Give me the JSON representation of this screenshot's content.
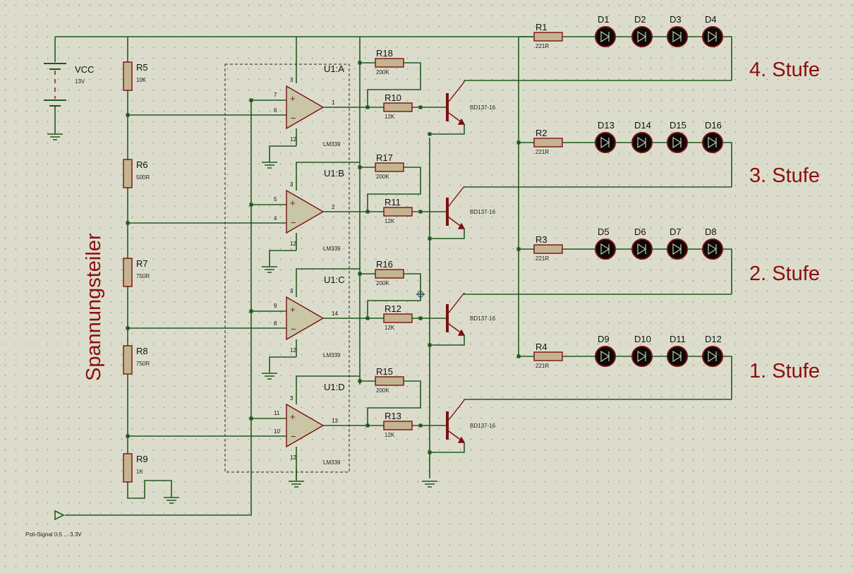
{
  "vcc": {
    "name": "VCC",
    "value": "13V"
  },
  "divider_label": "Spannungsteiler",
  "divider": [
    {
      "ref": "R5",
      "value": "10K"
    },
    {
      "ref": "R6",
      "value": "500R"
    },
    {
      "ref": "R7",
      "value": "750R"
    },
    {
      "ref": "R8",
      "value": "750R"
    },
    {
      "ref": "R9",
      "value": "1K"
    }
  ],
  "comparators": [
    {
      "unit": "U1:A",
      "part": "LM339",
      "in_plus": "7",
      "in_minus": "6",
      "out": "1",
      "vcc_pin": "3",
      "gnd_pin": "12",
      "feedback": {
        "ref": "R18",
        "value": "200K"
      },
      "base": {
        "ref": "R10",
        "value": "12K"
      },
      "transistor": "BD137-16"
    },
    {
      "unit": "U1:B",
      "part": "LM339",
      "in_plus": "5",
      "in_minus": "4",
      "out": "2",
      "vcc_pin": "3",
      "gnd_pin": "12",
      "feedback": {
        "ref": "R17",
        "value": "200K"
      },
      "base": {
        "ref": "R11",
        "value": "12K"
      },
      "transistor": "BD137-16"
    },
    {
      "unit": "U1:C",
      "part": "LM339",
      "in_plus": "9",
      "in_minus": "8",
      "out": "14",
      "vcc_pin": "3",
      "gnd_pin": "12",
      "feedback": {
        "ref": "R16",
        "value": "200K"
      },
      "base": {
        "ref": "R12",
        "value": "12K"
      },
      "transistor": "BD137-16"
    },
    {
      "unit": "U1:D",
      "part": "LM339",
      "in_plus": "11",
      "in_minus": "10",
      "out": "13",
      "vcc_pin": "3",
      "gnd_pin": "12",
      "feedback": {
        "ref": "R15",
        "value": "200K"
      },
      "base": {
        "ref": "R13",
        "value": "12K"
      },
      "transistor": "BD137-16"
    }
  ],
  "stages": [
    {
      "label": "4. Stufe",
      "resistor": {
        "ref": "R1",
        "value": "221R"
      },
      "leds": [
        "D1",
        "D2",
        "D3",
        "D4"
      ]
    },
    {
      "label": "3. Stufe",
      "resistor": {
        "ref": "R2",
        "value": "221R"
      },
      "leds": [
        "D13",
        "D14",
        "D15",
        "D16"
      ]
    },
    {
      "label": "2. Stufe",
      "resistor": {
        "ref": "R3",
        "value": "221R"
      },
      "leds": [
        "D5",
        "D6",
        "D7",
        "D8"
      ]
    },
    {
      "label": "1. Stufe",
      "resistor": {
        "ref": "R4",
        "value": "221R"
      },
      "leds": [
        "D9",
        "D10",
        "D11",
        "D12"
      ]
    }
  ],
  "input_label": "Poti-Signal  0.5 ... 3.3V",
  "colors": {
    "background": "#dcdccc",
    "wire": "#1e5a1e",
    "device": "#7a1010",
    "comparator_fill": "#c9c6a6",
    "resistor_fill": "#c4b490",
    "led_fill": "#0a0a0a",
    "stage_text": "#8b0f0f"
  }
}
